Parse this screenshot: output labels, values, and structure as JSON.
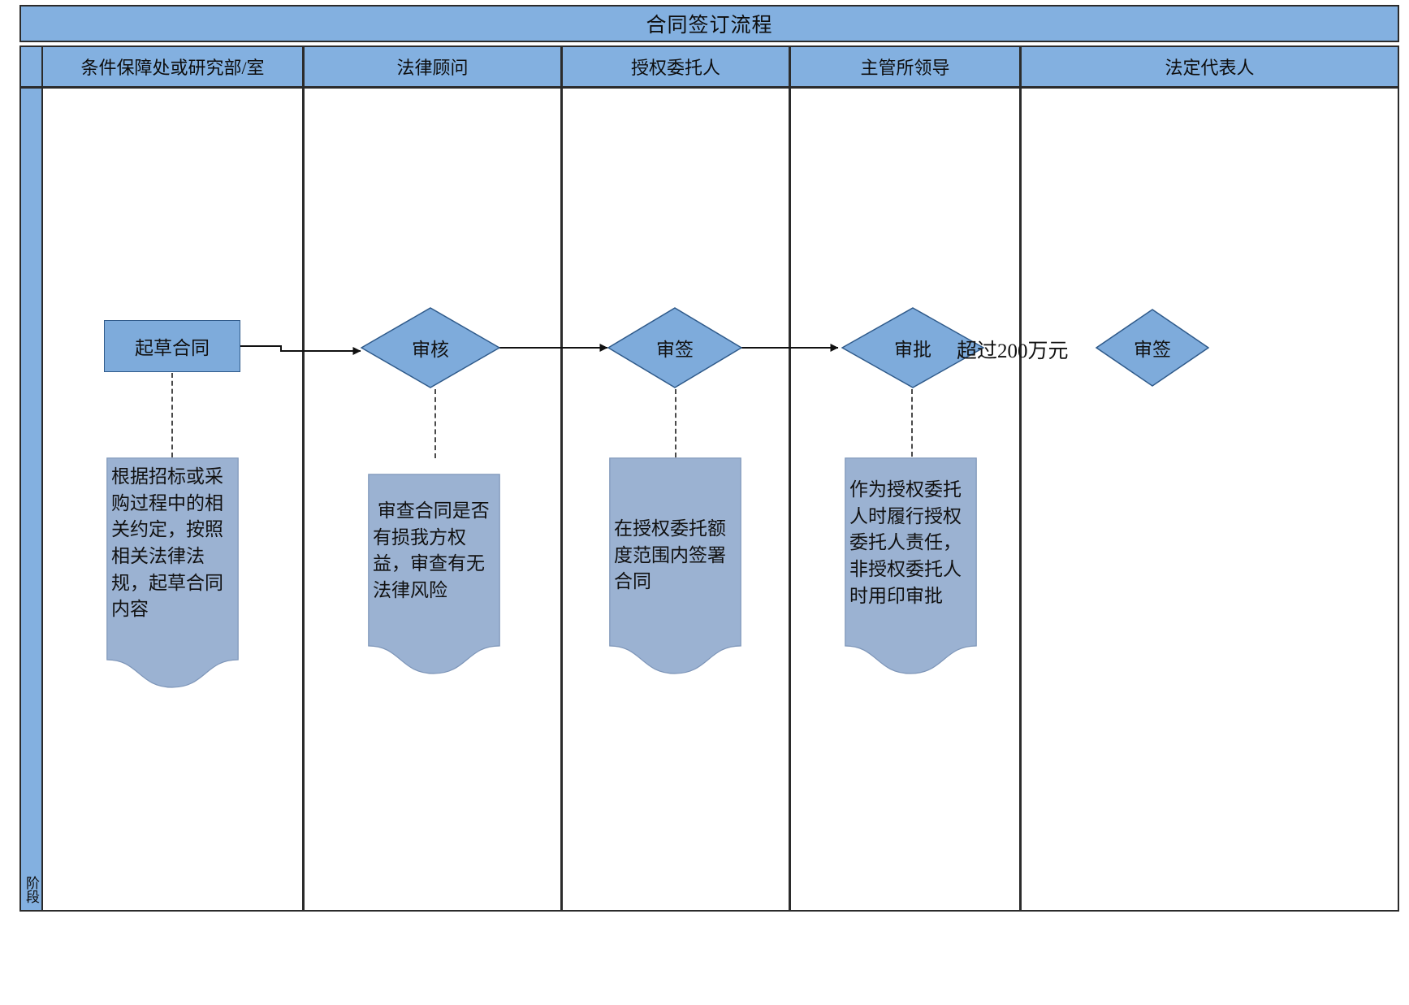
{
  "diagram": {
    "title": "合同签订流程",
    "gutter_label": "阶段",
    "lanes": [
      {
        "id": "lane-1",
        "label": "条件保障处或研究部/室"
      },
      {
        "id": "lane-2",
        "label": "法律顾问"
      },
      {
        "id": "lane-3",
        "label": "授权委托人"
      },
      {
        "id": "lane-4",
        "label": "主管所领导"
      },
      {
        "id": "lane-5",
        "label": "法定代表人"
      }
    ],
    "nodes": [
      {
        "id": "node-draft",
        "type": "process",
        "label": "起草合同",
        "lane": "lane-1"
      },
      {
        "id": "node-review",
        "type": "decision",
        "label": "审核",
        "lane": "lane-2"
      },
      {
        "id": "node-sign-1",
        "type": "decision",
        "label": "审签",
        "lane": "lane-3"
      },
      {
        "id": "node-approve",
        "type": "decision",
        "label": "审批",
        "lane": "lane-4"
      },
      {
        "id": "node-sign-2",
        "type": "decision",
        "label": "审签",
        "lane": "lane-5"
      }
    ],
    "edges": [
      {
        "id": "edge-1",
        "from": "node-draft",
        "to": "node-review",
        "label": ""
      },
      {
        "id": "edge-2",
        "from": "node-review",
        "to": "node-sign-1",
        "label": ""
      },
      {
        "id": "edge-3",
        "from": "node-sign-1",
        "to": "node-approve",
        "label": ""
      },
      {
        "id": "edge-4",
        "from": "node-approve",
        "to": "node-sign-2",
        "label": "超过200万元"
      }
    ],
    "notes": [
      {
        "id": "note-1",
        "attached_to": "node-draft",
        "text": "根据招标或采购过程中的相关约定，按照相关法律法规，起草合同内容"
      },
      {
        "id": "note-2",
        "attached_to": "node-review",
        "text": " 审查合同是否有损我方权益，审查有无法律风险"
      },
      {
        "id": "note-3",
        "attached_to": "node-sign-1",
        "text": "在授权委托额度范围内签署合同"
      },
      {
        "id": "note-4",
        "attached_to": "node-approve",
        "text": "作为授权委托人时履行授权委托人责任，非授权委托人时用印审批"
      }
    ],
    "colors": {
      "header_fill": "#83b0e0",
      "shape_fill": "#7eabdb",
      "note_fill": "#9bb2d2",
      "stroke": "#2b2b2b",
      "shape_stroke": "#2f5a8a"
    }
  }
}
